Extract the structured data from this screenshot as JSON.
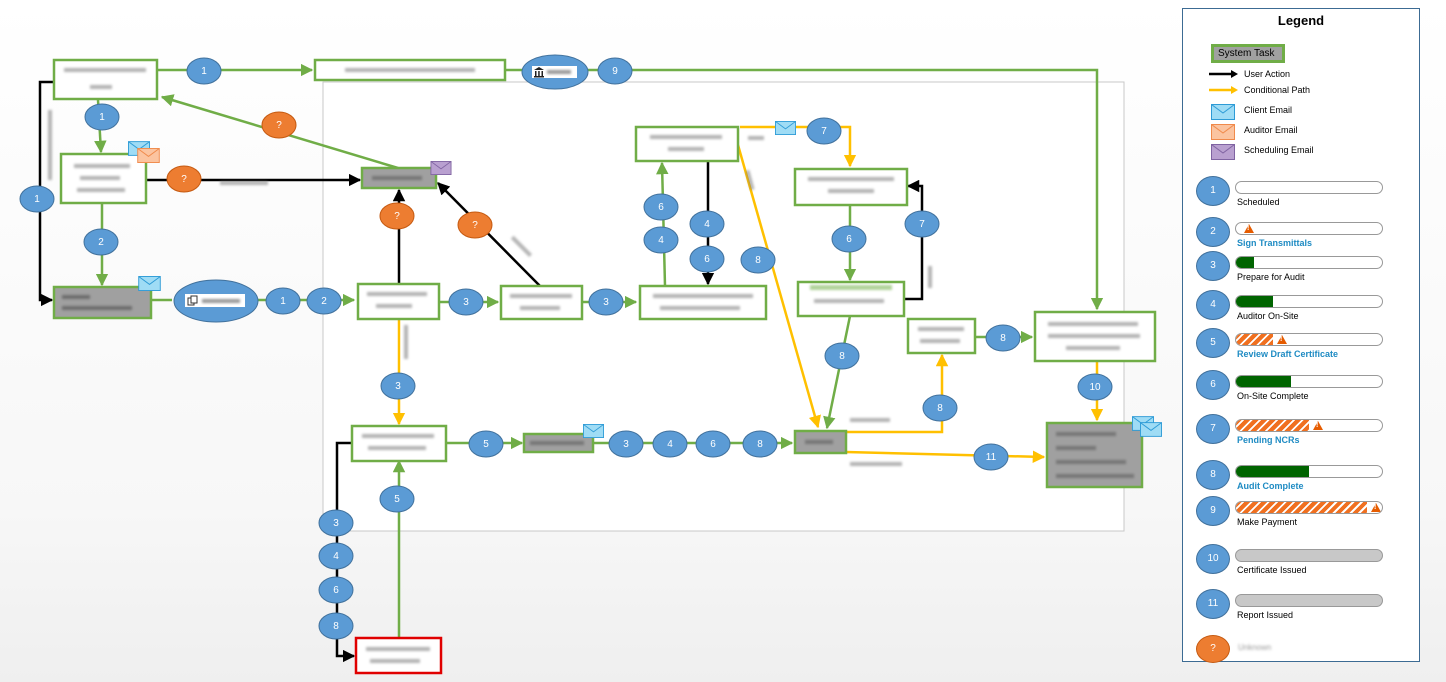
{
  "legend": {
    "title": "Legend",
    "system_task": "System Task",
    "user_action": "User Action",
    "conditional_path": "Conditional Path",
    "client_email": "Client Email",
    "auditor_email": "Auditor Email",
    "scheduling_email": "Scheduling Email",
    "statuses": [
      {
        "num": "1",
        "label": "Scheduled",
        "progress": 0,
        "style": "solid",
        "warning": false,
        "highlight": false,
        "grey": false
      },
      {
        "num": "2",
        "label": "Sign Transmittals",
        "progress": 0,
        "style": "solid",
        "warning": true,
        "highlight": true,
        "grey": false
      },
      {
        "num": "3",
        "label": "Prepare for Audit",
        "progress": 0.12,
        "style": "solid",
        "warning": false,
        "highlight": false,
        "grey": false
      },
      {
        "num": "4",
        "label": "Auditor On-Site",
        "progress": 0.25,
        "style": "solid",
        "warning": false,
        "highlight": false,
        "grey": false
      },
      {
        "num": "5",
        "label": "Review Draft Certificate",
        "progress": 0.25,
        "style": "hatch",
        "warning": true,
        "highlight": true,
        "grey": false
      },
      {
        "num": "6",
        "label": "On-Site Complete",
        "progress": 0.38,
        "style": "solid",
        "warning": false,
        "highlight": false,
        "grey": false
      },
      {
        "num": "7",
        "label": "Pending NCRs",
        "progress": 0.5,
        "style": "hatch",
        "warning": true,
        "highlight": true,
        "grey": false
      },
      {
        "num": "8",
        "label": "Audit Complete",
        "progress": 0.5,
        "style": "solid",
        "warning": false,
        "highlight": true,
        "grey": false
      },
      {
        "num": "9",
        "label": "Make Payment",
        "progress": 0.9,
        "style": "hatch",
        "warning": true,
        "highlight": false,
        "grey": false
      },
      {
        "num": "10",
        "label": "Certificate Issued",
        "progress": 0,
        "style": "solid",
        "warning": false,
        "highlight": false,
        "grey": true
      },
      {
        "num": "11",
        "label": "Report Issued",
        "progress": 0,
        "style": "solid",
        "warning": false,
        "highlight": false,
        "grey": true
      }
    ],
    "unknown_symbol": "?"
  },
  "diagram": {
    "step_numbers": [
      "1",
      "2",
      "3",
      "4",
      "5",
      "6",
      "7",
      "8",
      "9",
      "10",
      "11"
    ],
    "unknown_symbol": "?"
  },
  "colors": {
    "green": "#70ad47",
    "yellow": "#ffc000",
    "black": "#000000",
    "blue_circle": "#5b9bd5",
    "orange_circle": "#ed7d31",
    "task_grey": "#a0a0a0",
    "red_border": "#e00000",
    "dark_green_progress": "#006400",
    "hatch_orange": "#f07020"
  }
}
